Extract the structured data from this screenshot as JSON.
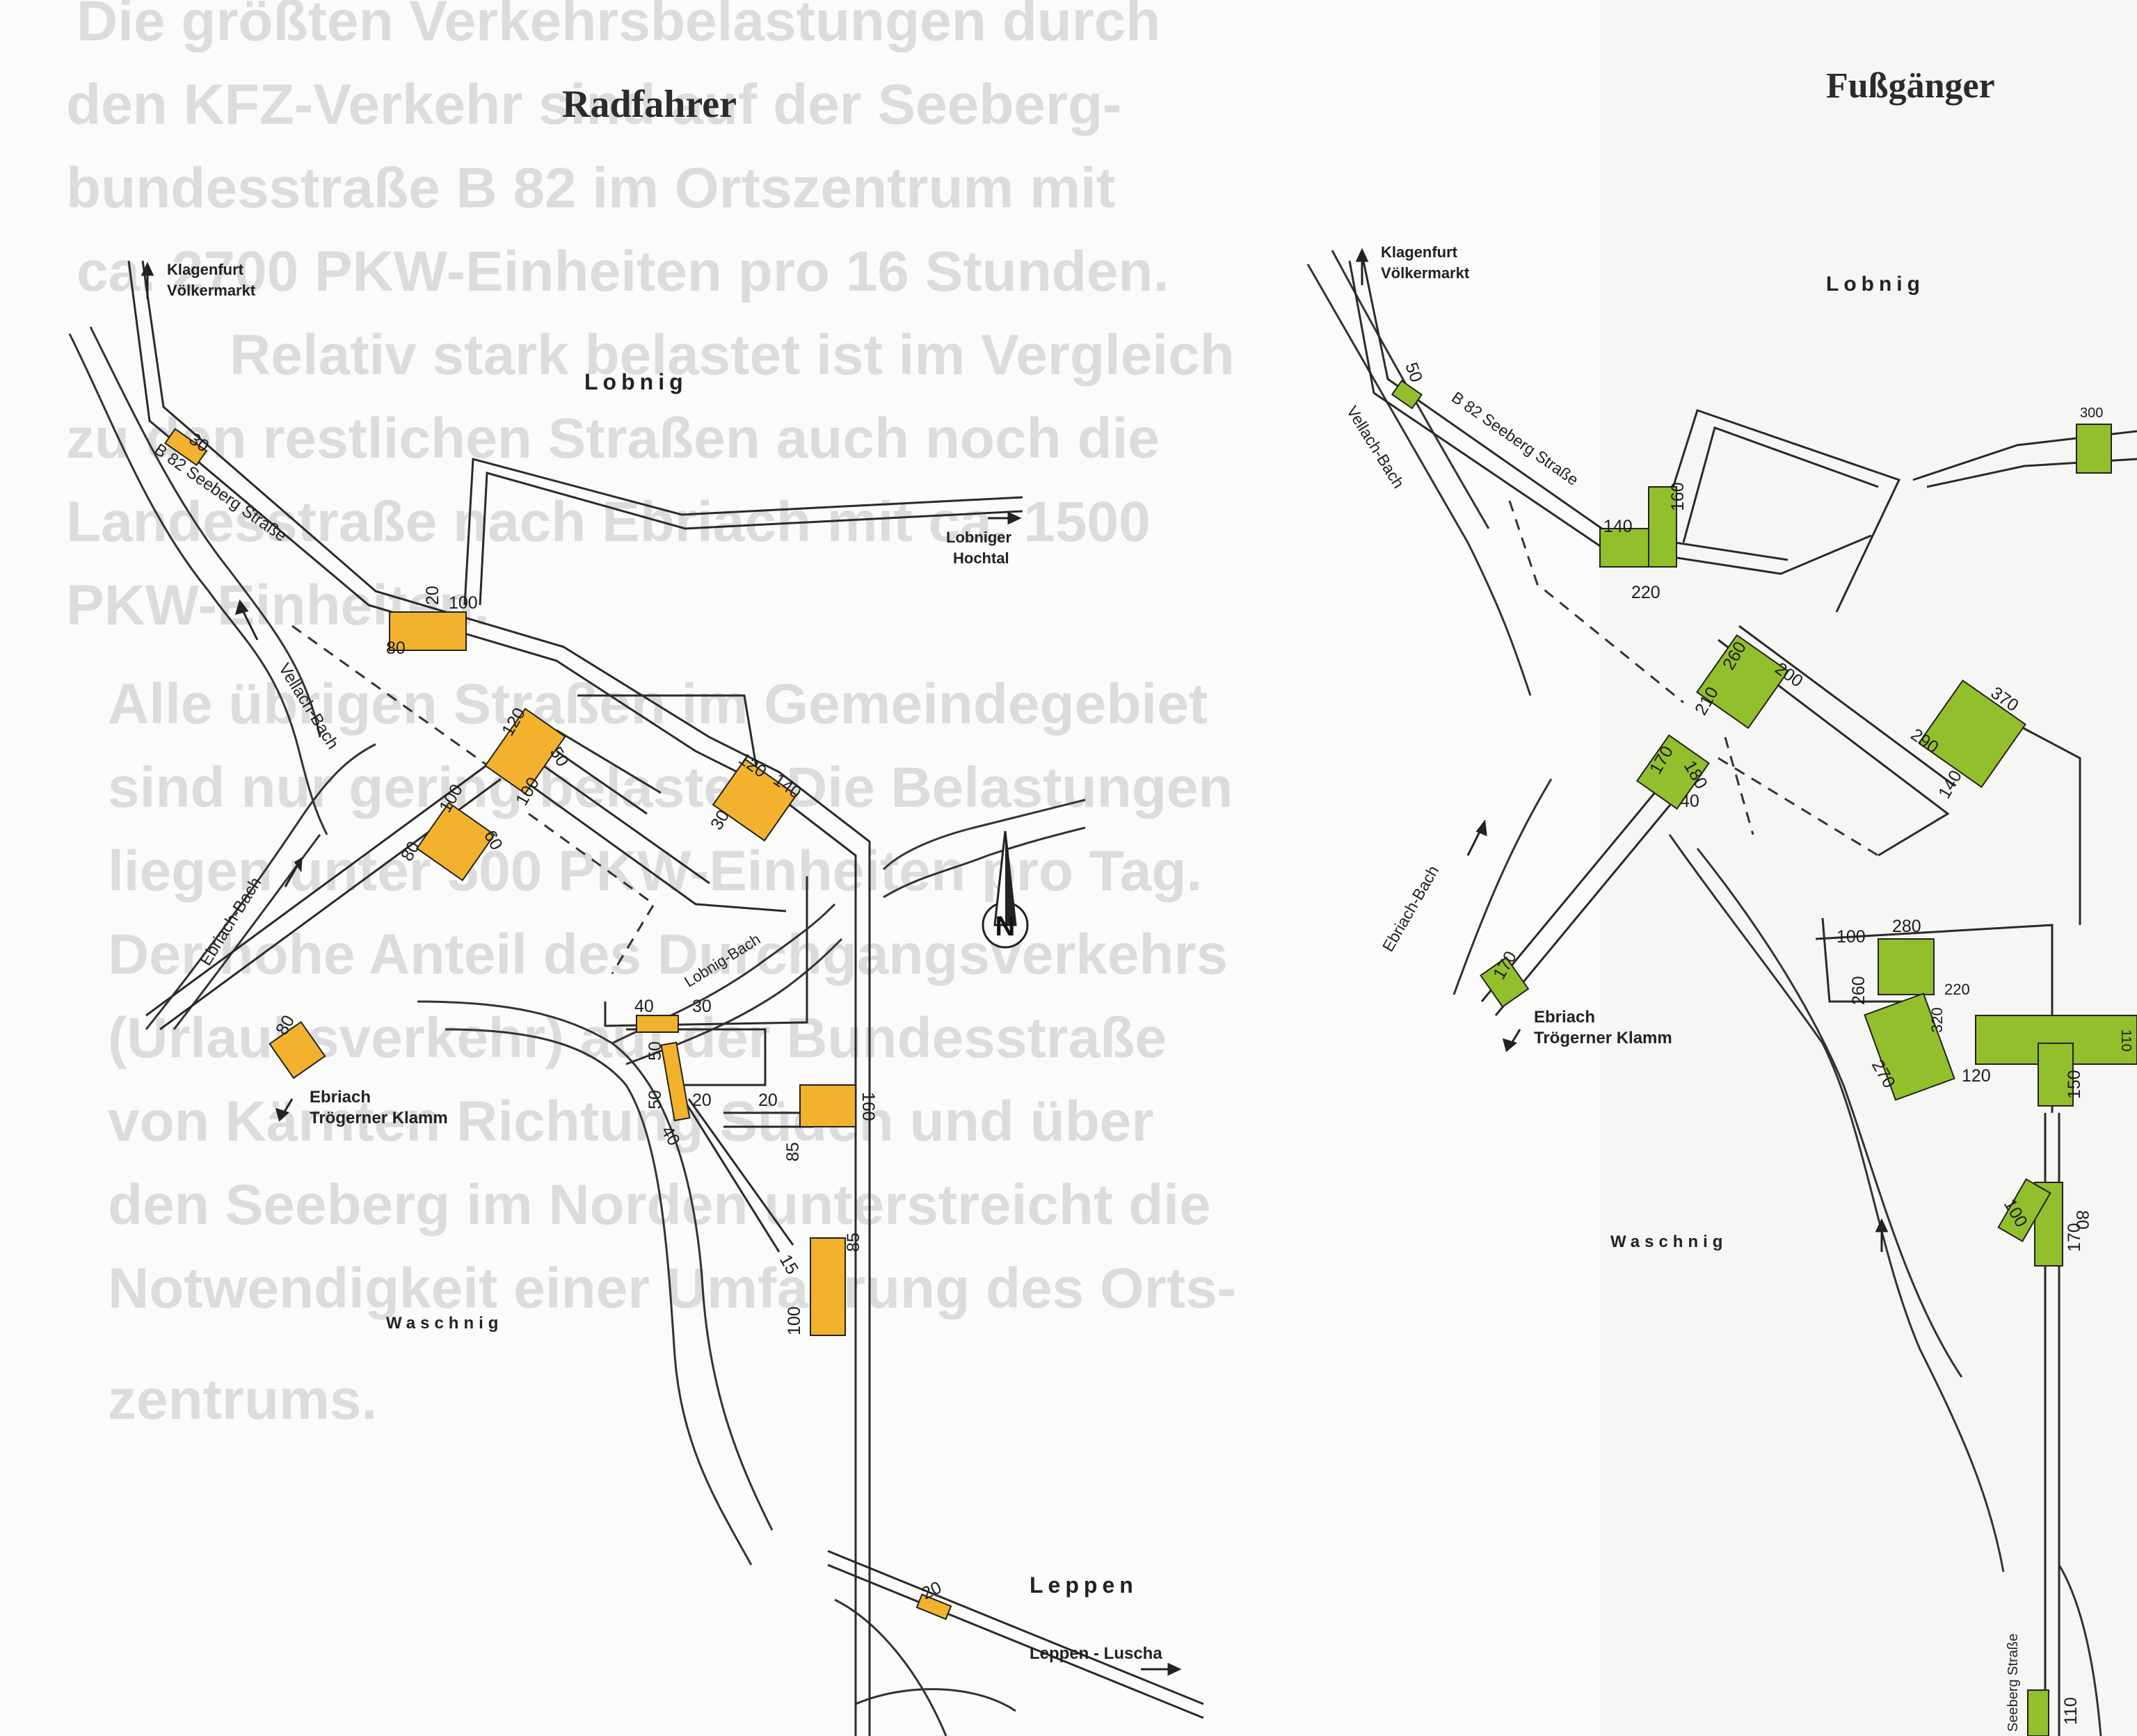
{
  "background_text": [
    "Die größten Verkehrsbelastungen durch",
    "den KFZ-Verkehr sind auf der Seeberg-",
    "bundesstraße B 82 im Ortszentrum mit",
    "ca. 2700 PKW-Einheiten pro 16 Stunden.",
    "Relativ stark belastet ist im Vergleich",
    "zu den restlichen Straßen auch noch die",
    "Landesstraße nach Ebriach mit ca. 1500",
    "PKW-Einheiten.",
    "Alle übrigen Straßen im Gemeindegebiet",
    "sind nur gering belastet. Die Belastungen",
    "liegen unter 500 PKW-Einheiten pro Tag.",
    "Der hohe Anteil des Durchgangsverkehrs",
    "(Urlaubsverkehr) auf der Bundesstraße",
    "von Kärnten Richtung Süden und über",
    "den Seeberg im Norden unterstreicht die",
    "Notwendigkeit einer Umfahrung des Orts-",
    "zentrums."
  ],
  "left_map": {
    "title": "Radfahrer",
    "highlight_color": "#f2b22e",
    "labels": {
      "klagenfurt": "Klagenfurt",
      "voelkermarkt": "Völkermarkt",
      "lobnig": "Lobnig",
      "b82": "B 82  Seeberg Straße",
      "lobniger": "Lobniger",
      "hochtal": "Hochtal",
      "vellach": "Vellach-Bach",
      "ebriach_bach": "Ebriach-Bach",
      "lobnig_bach": "Lobnig-Bach",
      "ebriach": "Ebriach",
      "troegerner": "Trögerner Klamm",
      "waschnig": "Waschnig",
      "leppen": "Leppen",
      "leppen_luscha": "Leppen  - Luscha",
      "north": "N"
    },
    "counts": [
      "30",
      "20",
      "100",
      "80",
      "120",
      "50",
      "100",
      "100",
      "80",
      "60",
      "120",
      "140",
      "30",
      "40",
      "30",
      "50",
      "50",
      "20",
      "20",
      "40",
      "160",
      "85",
      "15",
      "85",
      "100",
      "80",
      "20"
    ]
  },
  "right_map": {
    "title": "Fußgänger",
    "highlight_color": "#92bf2c",
    "labels": {
      "klagenfurt": "Klagenfurt",
      "voelkermarkt": "Völkermarkt",
      "lobnig": "Lobnig",
      "b82": "B 82  Seeberg Straße",
      "vellach": "Vellach-Bach",
      "ebriach_bach": "Ebriach-Bach",
      "ebriach": "Ebriach",
      "troegerner": "Trögerner Klamm",
      "waschnig": "Waschnig",
      "seeberg": "Seeberg Straße"
    },
    "counts": [
      "50",
      "140",
      "160",
      "220",
      "260",
      "200",
      "210",
      "170",
      "180",
      "40",
      "370",
      "290",
      "140",
      "300",
      "170",
      "100",
      "280",
      "260",
      "220",
      "320",
      "270",
      "120",
      "150",
      "100",
      "80",
      "170",
      "110",
      "110"
    ]
  }
}
